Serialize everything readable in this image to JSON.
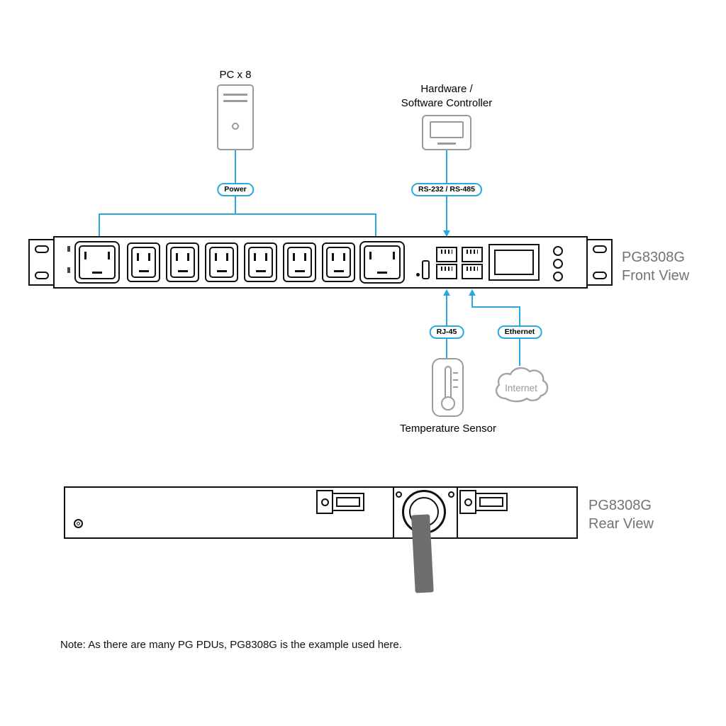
{
  "colors": {
    "connection_blue": "#29a9e0",
    "device_gray": "#9a9a9a",
    "outline_black": "#111111",
    "view_label_gray": "#737373"
  },
  "devices": {
    "pc": {
      "label": "PC x 8"
    },
    "controller": {
      "line1": "Hardware /",
      "line2": "Software Controller"
    },
    "temperature_sensor": {
      "label": "Temperature Sensor"
    },
    "internet": {
      "label": "Internet"
    }
  },
  "connections": {
    "power": "Power",
    "serial": "RS-232 / RS-485",
    "rj45": "RJ-45",
    "ethernet": "Ethernet"
  },
  "views": {
    "front": {
      "model": "PG8308G",
      "name": "Front View"
    },
    "rear": {
      "model": "PG8308G",
      "name": "Rear View"
    }
  },
  "note": "Note: As there are many PG PDUs, PG8308G is the example used here."
}
